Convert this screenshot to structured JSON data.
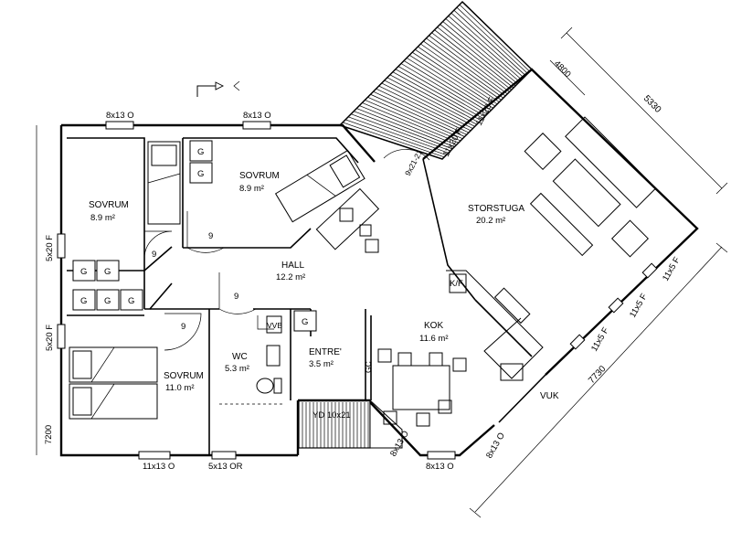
{
  "rooms": {
    "sovrum_a": {
      "name": "SOVRUM",
      "area": "8.9 m²"
    },
    "sovrum_b": {
      "name": "SOVRUM",
      "area": "8.9 m²"
    },
    "sovrum_c": {
      "name": "SOVRUM",
      "area": "11.0 m²"
    },
    "storstuga": {
      "name": "STORSTUGA",
      "area": "20.2 m²"
    },
    "hall": {
      "name": "HALL",
      "area": "12.2 m²"
    },
    "kok": {
      "name": "KOK",
      "area": "11.6 m²"
    },
    "wc": {
      "name": "WC",
      "area": "5.3 m²"
    },
    "entre": {
      "name": "ENTRE'",
      "area": "3.5 m²"
    }
  },
  "windows": {
    "w_top_left": "8x13 O",
    "w_top_mid": "8x13 O",
    "w_left_upper": "5x20 F",
    "w_left_lower": "5x20 F",
    "w_bottom_left": "11x13 O",
    "w_bottom_wc": "5x13 OR",
    "w_bottom_entry": "8x13 O",
    "w_bottom_kok": "8x13 O",
    "w_angle_kok": "8x13 O",
    "w_porch_a": "11x20 F",
    "w_porch_b": "11x20 F",
    "w_porch_door": "9x21-21",
    "w_right_a": "11x5 F",
    "w_right_b": "11x5 F",
    "w_right_c": "11x5 F"
  },
  "labels": {
    "closet": "G",
    "door_9": "9",
    "kf": "K/F",
    "vvb": "VVB",
    "gc": "GC",
    "ytterdorr": "YD 10x21",
    "vuk": "VUK",
    "dim_4800": "4800",
    "dim_5330": "5330",
    "dim_7730": "7730",
    "dim_7200": "7200"
  }
}
